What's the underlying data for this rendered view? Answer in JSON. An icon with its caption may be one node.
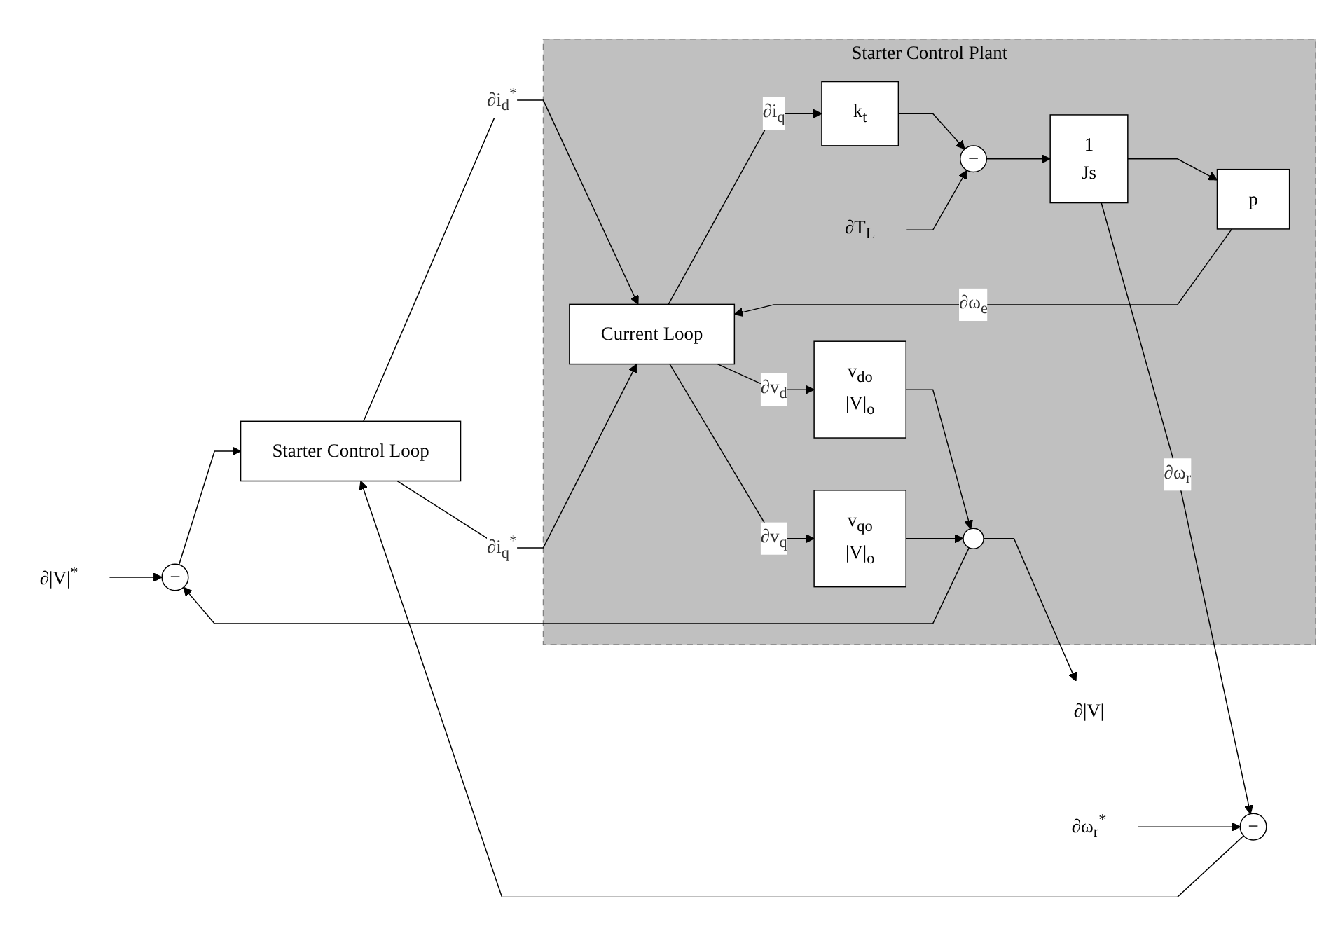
{
  "diagram": {
    "nodes": [
      {
        "text": [
          "∂|V|$^{*}$"
        ]
      },
      {
        "text": [
          "∂ω$_{r}$$^{*}$"
        ]
      },
      {
        "text": [
          "−"
        ]
      },
      {
        "text": [
          "−"
        ]
      },
      {
        "text": [
          "Starter Control Loop"
        ]
      },
      {
        "text": [
          "Starter Control Plant"
        ]
      },
      {
        "text": [
          "Current Loop"
        ],
        "in": 5
      },
      {
        "text": [
          "v$_{do}$",
          "|V|$_{o}$"
        ],
        "in": 5
      },
      {
        "text": [
          "v$_{qo}$",
          "|V|$_{o}$"
        ],
        "in": 5
      },
      {
        "text": [],
        "shape": "circle",
        "in": 5
      },
      {
        "text": [
          "p"
        ],
        "in": 5
      },
      {
        "text": [
          "1",
          "Js"
        ],
        "in": 5
      },
      {
        "text": [
          "−"
        ],
        "in": 5
      },
      {
        "text": [
          "k$_{t}$"
        ],
        "in": 5
      },
      {
        "text": [
          "∂T$_{L}$"
        ],
        "in": 5
      },
      {
        "text": [
          "∂|V|"
        ]
      }
    ],
    "edges": [
      {
        "from": 0,
        "to": 2,
        "arrow": "to"
      },
      {
        "from": 9,
        "to": 2,
        "arrow": "to"
      },
      {
        "from": 2,
        "to": 4,
        "arrow": "to"
      },
      {
        "from": 1,
        "to": 3,
        "arrow": "to"
      },
      {
        "from": 11,
        "to": 3,
        "arrow": "to",
        "label": "∂ω$_{r}$"
      },
      {
        "from": 3,
        "to": 4,
        "arrow": "to"
      },
      {
        "from": 4,
        "to": 6,
        "arrow": "to",
        "label": "∂i$_{d}$$^{*}$"
      },
      {
        "from": 10,
        "to": 6,
        "arrow": "to",
        "label": "∂ω$_{e}$"
      },
      {
        "from": 4,
        "to": 6,
        "arrow": "to",
        "label": "∂i$_{q}$$^{*}$"
      },
      {
        "from": 6,
        "to": 7,
        "arrow": "to",
        "label": "∂v$_{d}$"
      },
      {
        "from": 6,
        "to": 8,
        "arrow": "to",
        "label": "∂v$_{q}$"
      },
      {
        "from": 7,
        "to": 9,
        "arrow": "to"
      },
      {
        "from": 8,
        "to": 9,
        "arrow": "to"
      },
      {
        "from": 9,
        "to": 15,
        "arrow": "to"
      },
      {
        "from": 6,
        "to": 13,
        "arrow": "to",
        "label": "∂i$_{q}$"
      },
      {
        "from": 13,
        "to": 12,
        "arrow": "to"
      },
      {
        "from": 14,
        "to": 12,
        "arrow": "to"
      },
      {
        "from": 12,
        "to": 11,
        "arrow": "to"
      },
      {
        "from": 11,
        "to": 10,
        "arrow": "to"
      }
    ]
  }
}
